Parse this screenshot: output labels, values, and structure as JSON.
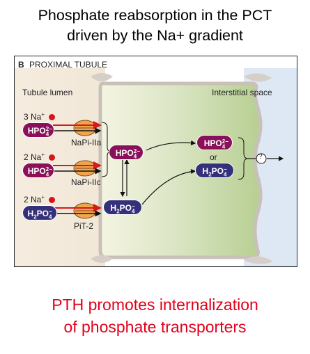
{
  "title": {
    "line1": "Phosphate reabsorption in the PCT",
    "line2": "driven by the Na+ gradient"
  },
  "panel": {
    "label": "B",
    "heading": "PROXIMAL TUBULE",
    "lumen_label": "Tubule lumen",
    "interstitial_label": "Interstitial space",
    "transporters": [
      {
        "na": "3 Na",
        "na_sup": "+",
        "ion": "HPO",
        "ion_sub": "4",
        "ion_sup": "2−",
        "name": "NaPi-IIa"
      },
      {
        "na": "2 Na",
        "na_sup": "+",
        "ion": "HPO",
        "ion_sub": "4",
        "ion_sup": "2−",
        "name": "NaPi-IIc"
      },
      {
        "na": "2 Na",
        "na_sup": "+",
        "ion": "H",
        "ion_sub": "2",
        "ion_rest": "PO",
        "ion_sub2": "4",
        "ion_sup": "−",
        "name": "PiT-2"
      }
    ],
    "cell_ions": {
      "hpo4": {
        "a": "HPO",
        "sub": "4",
        "sup": "2−"
      },
      "h2po4": {
        "a": "H",
        "sub": "2",
        "b": "PO",
        "sub2": "4",
        "sup": "−"
      }
    },
    "basolateral": {
      "hpo4": {
        "a": "HPO",
        "sub": "4",
        "sup": "2−"
      },
      "or": "or",
      "h2po4": {
        "a": "H",
        "sub": "2",
        "b": "PO",
        "sub2": "4",
        "sup": "−"
      },
      "unknown": "?"
    }
  },
  "footer": {
    "line1": "PTH promotes internalization",
    "line2": "of phosphate transporters"
  },
  "colors": {
    "hpo4_pill": "#8a1159",
    "h2po4_pill": "#35307a",
    "sodium": "#d4151c",
    "footer_text": "#e4001b"
  }
}
